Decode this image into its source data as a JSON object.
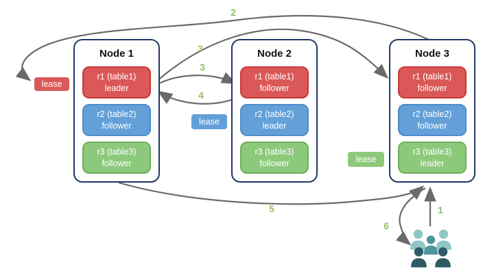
{
  "nodes": [
    {
      "title": "Node 1",
      "replicas": [
        {
          "name": "r1 (table1)",
          "role": "leader",
          "color": "red"
        },
        {
          "name": "r2 (table2)",
          "role": "follower",
          "color": "blue"
        },
        {
          "name": "r3 (table3)",
          "role": "follower",
          "color": "green"
        }
      ]
    },
    {
      "title": "Node 2",
      "replicas": [
        {
          "name": "r1 (table1)",
          "role": "follower",
          "color": "red"
        },
        {
          "name": "r2 (table2)",
          "role": "leader",
          "color": "blue"
        },
        {
          "name": "r3 (table3)",
          "role": "follower",
          "color": "green"
        }
      ]
    },
    {
      "title": "Node 3",
      "replicas": [
        {
          "name": "r1 (table1)",
          "role": "follower",
          "color": "red"
        },
        {
          "name": "r2 (table2)",
          "role": "follower",
          "color": "blue"
        },
        {
          "name": "r3 (table3)",
          "role": "leader",
          "color": "green"
        }
      ]
    }
  ],
  "leases": [
    {
      "label": "lease",
      "color": "#db5858"
    },
    {
      "label": "lease",
      "color": "#63a0d9"
    },
    {
      "label": "lease",
      "color": "#8dc97b"
    }
  ],
  "steps": [
    "1",
    "2",
    "3",
    "3",
    "4",
    "5",
    "6"
  ],
  "clients_icon": "users-group-icon",
  "palette": {
    "red_fill": "#db5858",
    "red_border": "#c93836",
    "blue_fill": "#63a0d9",
    "blue_border": "#4e8cc7",
    "green_fill": "#8dc97b",
    "green_border": "#6fae5c",
    "node_border": "#1f3864",
    "arrow": "#6a6a6a",
    "step_label": "#90c06a",
    "people_light": "#8fc6c6",
    "people_medium": "#4d949c",
    "people_dark": "#2e5a66"
  }
}
